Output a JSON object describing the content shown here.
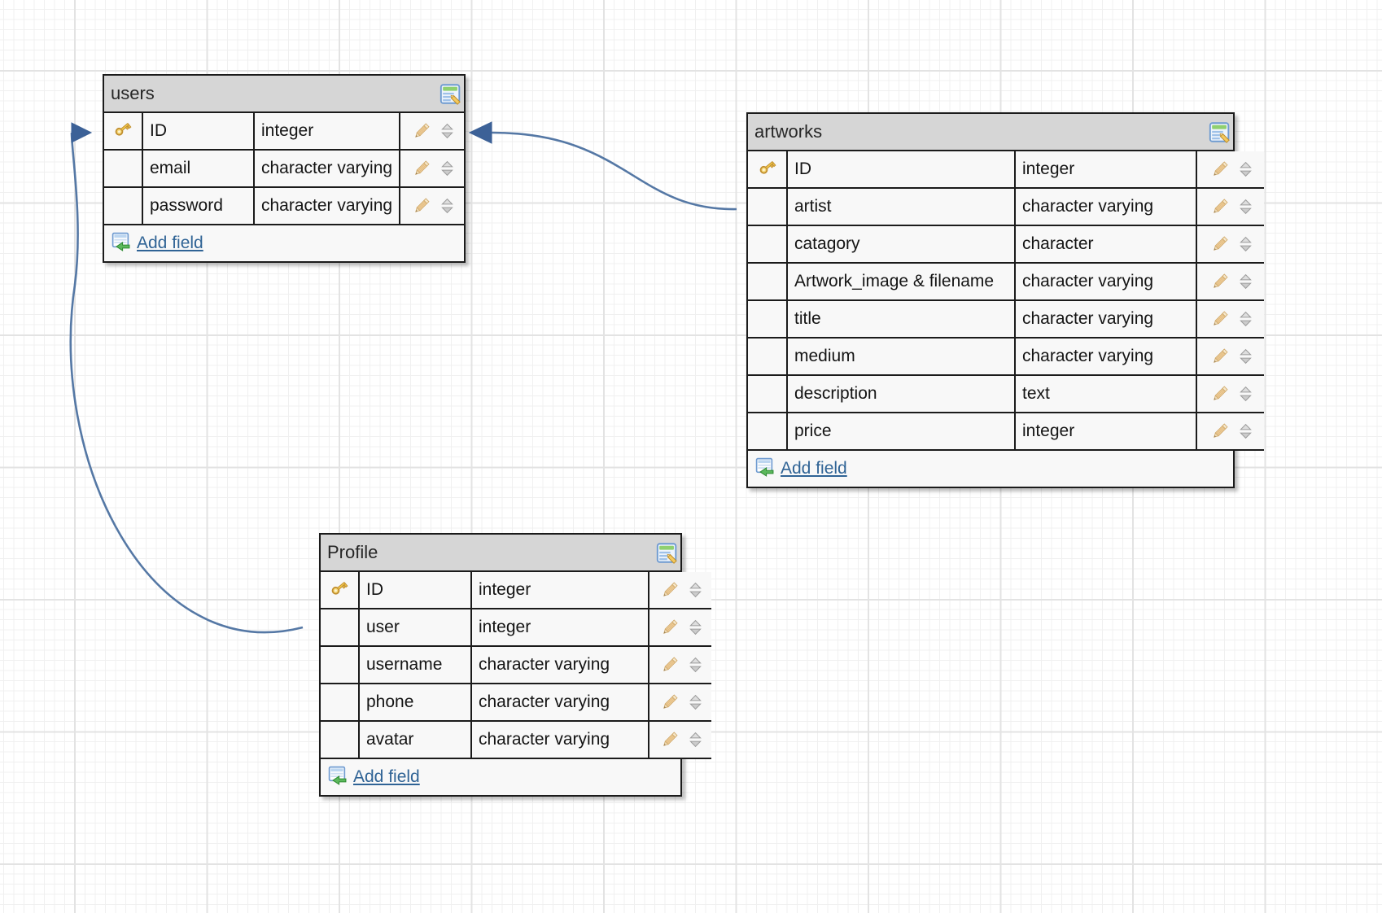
{
  "canvas": {
    "background_color": "#ffffff",
    "grid_minor_color": "#f0f0f0",
    "grid_major_color": "#e3e3e3",
    "relation_line_color": "#5578a5",
    "relation_arrow_color": "#3c6197"
  },
  "tables": [
    {
      "name": "users",
      "add_field_label": "Add field",
      "fields": [
        {
          "name": "ID",
          "type": "integer",
          "primary_key": true
        },
        {
          "name": "email",
          "type": "character varying",
          "primary_key": false
        },
        {
          "name": "password",
          "type": "character varying",
          "primary_key": false
        }
      ]
    },
    {
      "name": "artworks",
      "add_field_label": "Add field",
      "fields": [
        {
          "name": "ID",
          "type": "integer",
          "primary_key": true
        },
        {
          "name": "artist",
          "type": "character varying",
          "primary_key": false
        },
        {
          "name": "catagory",
          "type": "character",
          "primary_key": false
        },
        {
          "name": "Artwork_image & filename",
          "type": "character varying",
          "primary_key": false
        },
        {
          "name": "title",
          "type": "character varying",
          "primary_key": false
        },
        {
          "name": "medium",
          "type": "character varying",
          "primary_key": false
        },
        {
          "name": "description",
          "type": "text",
          "primary_key": false
        },
        {
          "name": "price",
          "type": "integer",
          "primary_key": false
        }
      ]
    },
    {
      "name": "Profile",
      "add_field_label": "Add field",
      "fields": [
        {
          "name": "ID",
          "type": "integer",
          "primary_key": true
        },
        {
          "name": "user",
          "type": "integer",
          "primary_key": false
        },
        {
          "name": "username",
          "type": "character varying",
          "primary_key": false
        },
        {
          "name": "phone",
          "type": "character varying",
          "primary_key": false
        },
        {
          "name": "avatar",
          "type": "character varying",
          "primary_key": false
        }
      ]
    }
  ],
  "relations": [
    {
      "from_table": "artworks",
      "from_field": "artist",
      "to_table": "users",
      "to_field": "ID"
    },
    {
      "from_table": "Profile",
      "from_field": "user",
      "to_table": "users",
      "to_field": "ID"
    }
  ],
  "icons": {
    "primary_key": "key-icon",
    "edit_field": "pencil-icon",
    "reorder_field": "up-down-arrows-icon",
    "edit_table": "edit-table-icon",
    "add_field": "add-field-table-icon"
  }
}
